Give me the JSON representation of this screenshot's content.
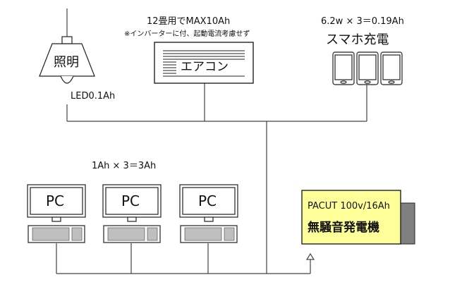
{
  "lamp": {
    "label": "照明",
    "caption": "LED0.1Ah"
  },
  "aircon": {
    "title": "12畳用でMAX10Ah",
    "note": "※インバーターに付、起動電流考慮せず",
    "label": "エアコン"
  },
  "phones": {
    "formula": "6.2w × 3＝0.19Ah",
    "label": "スマホ充電"
  },
  "pcs": {
    "formula": "1Ah × 3＝3Ah",
    "items": [
      {
        "label": "PC"
      },
      {
        "label": "PC"
      },
      {
        "label": "PC"
      }
    ]
  },
  "generator": {
    "line1": "PACUT 100v/16Ah",
    "line2": "無騒音発電機",
    "colors": {
      "body": "#ffff99",
      "side": "#808080"
    }
  }
}
